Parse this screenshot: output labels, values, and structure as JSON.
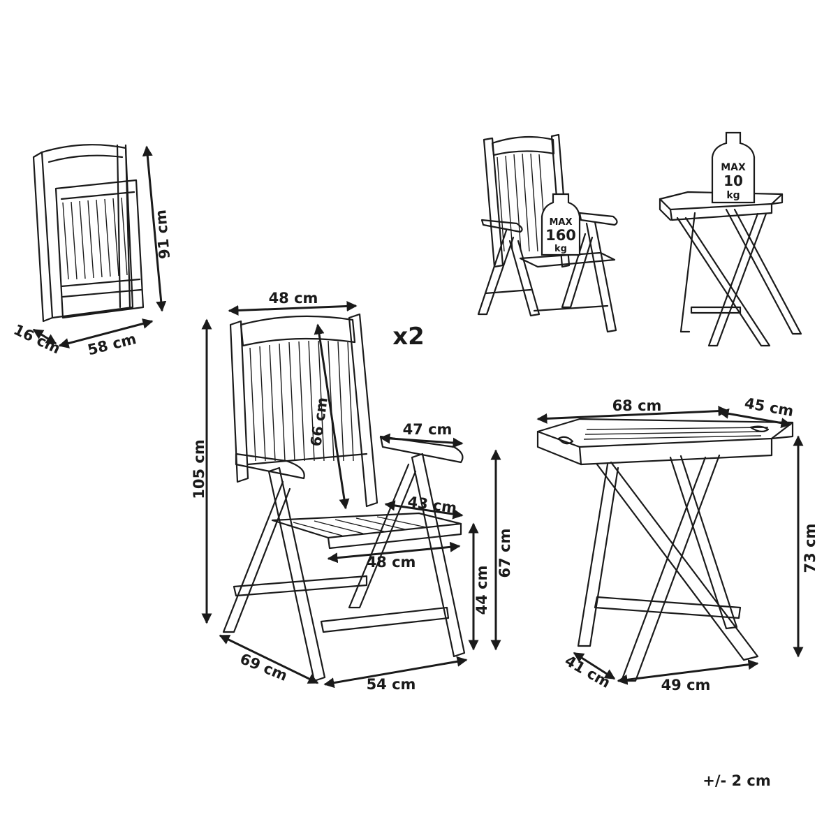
{
  "folded_chair": {
    "height": "91 cm",
    "depth": "16 cm",
    "width": "58 cm"
  },
  "chair": {
    "quantity": "x2",
    "back_width": "48 cm",
    "back_height": "66 cm",
    "armrest_length": "47 cm",
    "total_height": "105 cm",
    "seat_depth": "43 cm",
    "seat_width": "48 cm",
    "armrest_height": "67 cm",
    "seat_height": "44 cm",
    "depth": "69 cm",
    "width": "54 cm"
  },
  "table": {
    "tray_length": "68 cm",
    "tray_width": "45 cm",
    "height": "73 cm",
    "base_depth": "41 cm",
    "base_width": "49 cm"
  },
  "chair_load": {
    "max": "MAX",
    "value": "160",
    "unit": "kg"
  },
  "table_load": {
    "max": "MAX",
    "value": "10",
    "unit": "kg"
  },
  "tolerance": "+/- 2 cm"
}
